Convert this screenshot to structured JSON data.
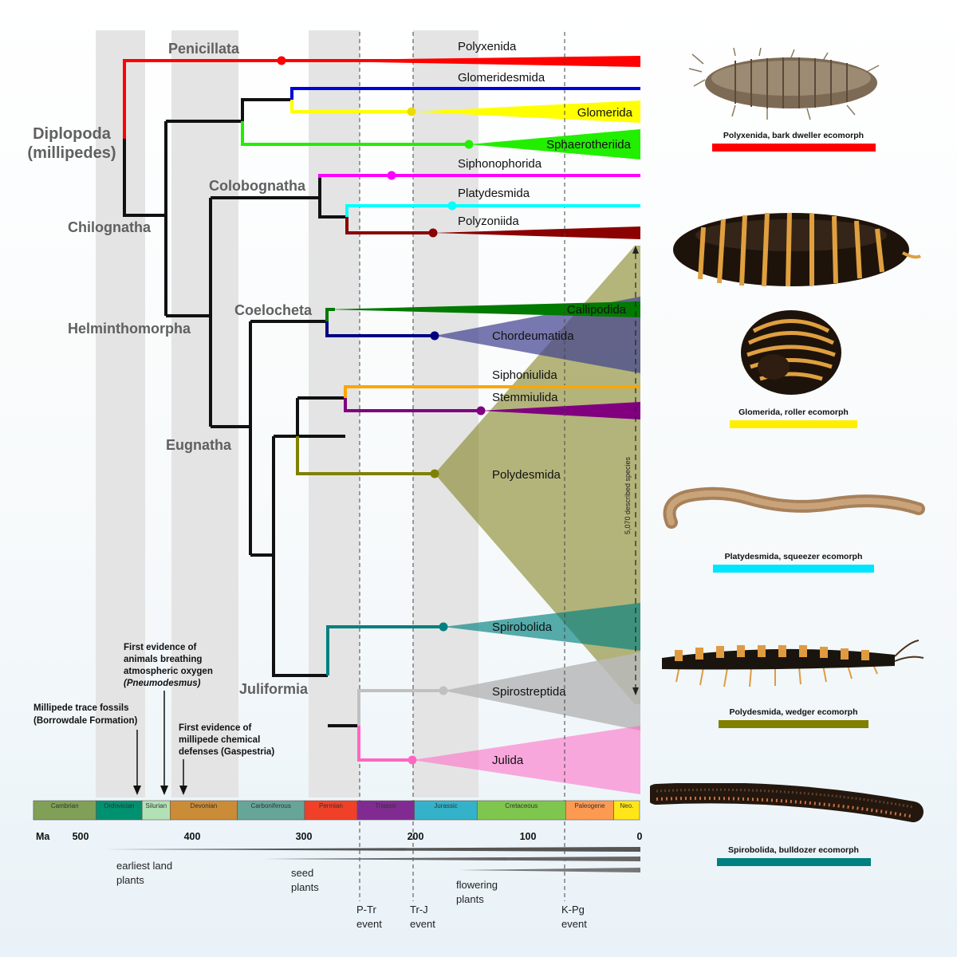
{
  "diagram": {
    "roots": {
      "diplopoda_line1": "Diplopoda",
      "diplopoda_line2": "(millipedes)"
    },
    "clades": {
      "penicillata": "Penicillata",
      "chilognatha": "Chilognatha",
      "helminthomorpha": "Helminthomorpha",
      "colobognatha": "Colobognatha",
      "coelocheta": "Coelocheta",
      "eugnatha": "Eugnatha",
      "juliformia": "Juliformia"
    },
    "orders": [
      {
        "name": "Polyxenida",
        "color": "#ff0000"
      },
      {
        "name": "Glomeridesmida",
        "color": "#0000dd"
      },
      {
        "name": "Glomerida",
        "color": "#ffff00"
      },
      {
        "name": "Sphaerotheriida",
        "color": "#22ee00"
      },
      {
        "name": "Siphonophorida",
        "color": "#ff00ff"
      },
      {
        "name": "Platydesmida",
        "color": "#00ffff"
      },
      {
        "name": "Polyzoniida",
        "color": "#8b0000"
      },
      {
        "name": "Callipodida",
        "color": "#007a00"
      },
      {
        "name": "Chordeumatida",
        "color": "#000080"
      },
      {
        "name": "Siphoniulida",
        "color": "#ffa500"
      },
      {
        "name": "Stemmiulida",
        "color": "#800080"
      },
      {
        "name": "Polydesmida",
        "color": "#808000"
      },
      {
        "name": "Spirobolida",
        "color": "#008080"
      },
      {
        "name": "Spirostreptida",
        "color": "#c0c0c0"
      },
      {
        "name": "Julida",
        "color": "#ff66c4"
      }
    ],
    "species_note": "5,070 described species"
  },
  "timescale": {
    "unit_label": "Ma",
    "ticks": [
      500,
      400,
      300,
      200,
      100,
      0
    ],
    "periods": [
      {
        "name": "Cambrian",
        "start": 541,
        "end": 485,
        "color": "#7fa056"
      },
      {
        "name": "Ordovician",
        "start": 485,
        "end": 444,
        "color": "#009270"
      },
      {
        "name": "Silurian",
        "start": 444,
        "end": 419,
        "color": "#b3e1b6"
      },
      {
        "name": "Devonian",
        "start": 419,
        "end": 359,
        "color": "#cb8c37"
      },
      {
        "name": "Carboniferous",
        "start": 359,
        "end": 299,
        "color": "#67a599"
      },
      {
        "name": "Permian",
        "start": 299,
        "end": 252,
        "color": "#f04028"
      },
      {
        "name": "Triassic",
        "start": 252,
        "end": 201,
        "color": "#812b92"
      },
      {
        "name": "Jurassic",
        "start": 201,
        "end": 145,
        "color": "#34b2c9"
      },
      {
        "name": "Cretaceous",
        "start": 145,
        "end": 66,
        "color": "#7fc64e"
      },
      {
        "name": "Paleogene",
        "start": 66,
        "end": 23,
        "color": "#fd9a52"
      },
      {
        "name": "Neo.",
        "start": 23,
        "end": 0,
        "color": "#ffe619"
      }
    ],
    "events": [
      {
        "line1": "P-Tr",
        "line2": "event",
        "age": 252
      },
      {
        "line1": "Tr-J",
        "line2": "event",
        "age": 201
      },
      {
        "line1": "K-Pg",
        "line2": "event",
        "age": 66
      }
    ],
    "plants": [
      {
        "line1": "earliest land",
        "line2": "plants"
      },
      {
        "line1": "seed",
        "line2": "plants"
      },
      {
        "line1": "flowering",
        "line2": "plants"
      }
    ]
  },
  "annotations": {
    "trace_fossils": {
      "line1": "Millipede trace fossils",
      "line2": "(Borrowdale Formation)"
    },
    "breathing": {
      "line1": "First evidence of",
      "line2": "animals breathing",
      "line3": "atmospheric oxygen",
      "line4": "(Pneumodesmus)"
    },
    "chemical": {
      "line1": "First evidence of",
      "line2": "millipede chemical",
      "line3": "defenses (Gaspestria)"
    }
  },
  "ecomorphs": [
    {
      "label": "Polyxenida, bark dweller ecomorph",
      "color": "#ff0000"
    },
    {
      "label": "Glomerida, roller ecomorph",
      "color": "#ffee00"
    },
    {
      "label": "Platydesmida, squeezer ecomorph",
      "color": "#00e5ff"
    },
    {
      "label": "Polydesmida, wedger ecomorph",
      "color": "#808000"
    },
    {
      "label": "Spirobolida, bulldozer ecomorph",
      "color": "#008080"
    }
  ]
}
